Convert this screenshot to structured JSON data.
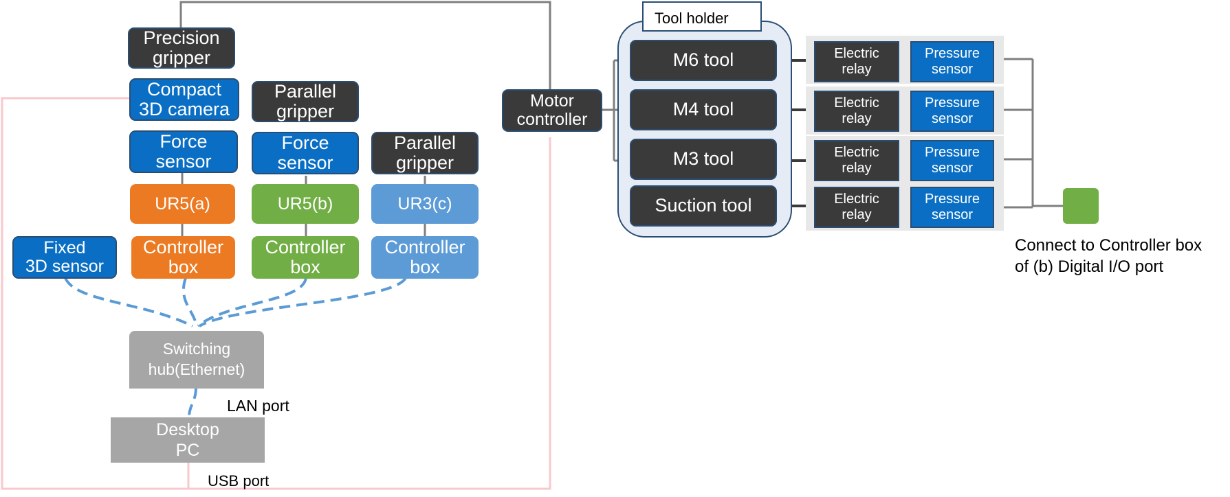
{
  "left_system": {
    "precision_gripper": "Precision\ngripper",
    "compact_camera": "Compact\n3D camera",
    "force_sensor_a": "Force\nsensor",
    "ur5a": "UR5(a)",
    "controller_a": "Controller\nbox",
    "parallel_gripper_b": "Parallel\ngripper",
    "force_sensor_b": "Force\nsensor",
    "ur5b": "UR5(b)",
    "controller_b": "Controller\nbox",
    "parallel_gripper_c": "Parallel\ngripper",
    "ur3c": "UR3(c)",
    "controller_c": "Controller\nbox",
    "fixed_sensor": "Fixed\n3D sensor",
    "switching_hub": "Switching\nhub(Ethernet)",
    "desktop_pc": "Desktop\nPC",
    "lan_port": "LAN port",
    "usb_port": "USB port",
    "motor_controller": "Motor\ncontroller"
  },
  "tool_system": {
    "tool_holder": "Tool holder",
    "tools": [
      {
        "name": "M6 tool",
        "relay": "Electric\nrelay",
        "sensor": "Pressure\nsensor"
      },
      {
        "name": "M4 tool",
        "relay": "Electric\nrelay",
        "sensor": "Pressure\nsensor"
      },
      {
        "name": "M3 tool",
        "relay": "Electric\nrelay",
        "sensor": "Pressure\nsensor"
      },
      {
        "name": "Suction tool",
        "relay": "Electric\nrelay",
        "sensor": "Pressure\nsensor"
      }
    ],
    "connect_note": "Connect to Controller box\nof (b) Digital I/O port"
  },
  "colors": {
    "dark_box": "#3a3a3a",
    "blue_box": "#0a6fc4",
    "orange": "#ec7a23",
    "green": "#71ae45",
    "light_blue": "#5c9bd6",
    "grey": "#a6a6a6",
    "usb_line": "#f8c8cc",
    "ethernet_line": "#5b9bd5",
    "wire": "#7f7f7f",
    "tool_holder_bg": "#e6ecf5"
  }
}
